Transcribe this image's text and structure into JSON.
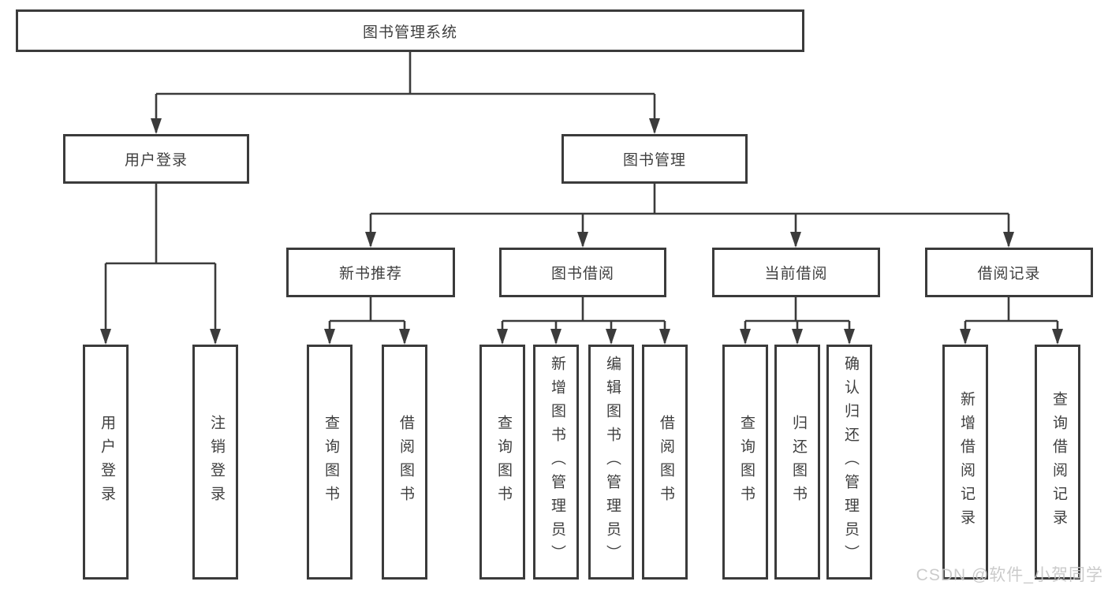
{
  "tree": {
    "root": {
      "label": "图书管理系统",
      "children": [
        {
          "label": "用户登录",
          "children": [
            {
              "label": "用户登录"
            },
            {
              "label": "注销登录"
            }
          ]
        },
        {
          "label": "图书管理",
          "children": [
            {
              "label": "新书推荐",
              "children": [
                {
                  "label": "查询图书"
                },
                {
                  "label": "借阅图书"
                }
              ]
            },
            {
              "label": "图书借阅",
              "children": [
                {
                  "label": "查询图书"
                },
                {
                  "label": "新增图书（管理员）"
                },
                {
                  "label": "编辑图书（管理员）"
                },
                {
                  "label": "借阅图书"
                }
              ]
            },
            {
              "label": "当前借阅",
              "children": [
                {
                  "label": "查询图书"
                },
                {
                  "label": "归还图书"
                },
                {
                  "label": "确认归还（管理员）"
                }
              ]
            },
            {
              "label": "借阅记录",
              "children": [
                {
                  "label": "新增借阅记录"
                },
                {
                  "label": "查询借阅记录"
                }
              ]
            }
          ]
        }
      ]
    }
  },
  "watermark": {
    "text": "CSDN @软件_小贺同学"
  },
  "colors": {
    "line": "#3b3b3b",
    "text": "#3f3f3f",
    "background": "#ffffff",
    "watermark": "#c6c6c6"
  }
}
